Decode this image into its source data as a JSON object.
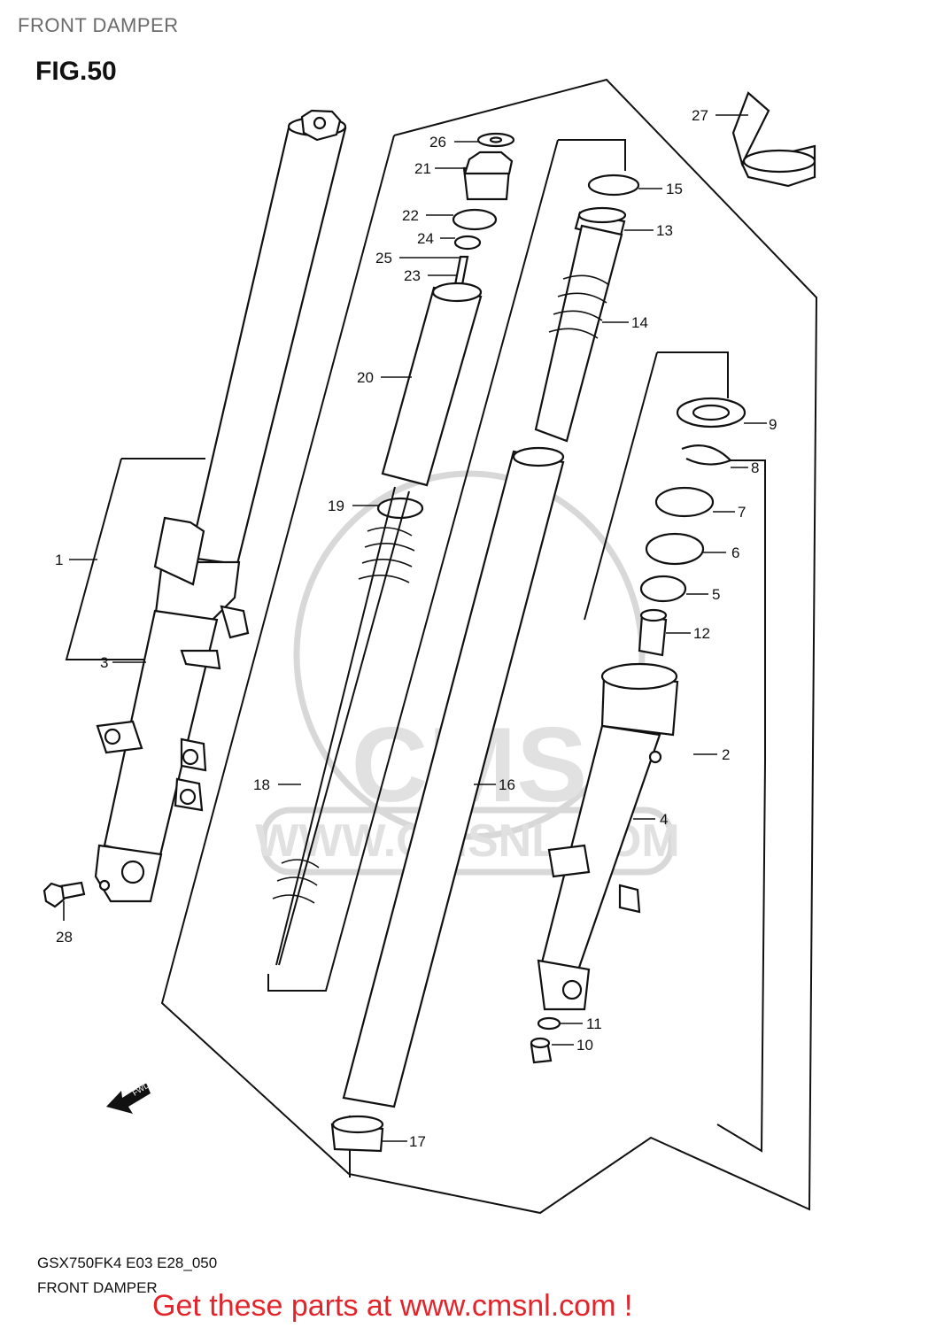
{
  "header": {
    "title": "FRONT DAMPER",
    "figure": "FIG.50"
  },
  "footer": {
    "model_code": "GSX750FK4 E03 E28_050",
    "title": "FRONT DAMPER",
    "cta": "Get these parts at www.cmsnl.com !"
  },
  "watermark": {
    "brand": "CMS",
    "url": "WWW.CMSNL.COM"
  },
  "forward_arrow": {
    "label": "FWD"
  },
  "callouts": {
    "c1": "1",
    "c2": "2",
    "c3": "3",
    "c4": "4",
    "c5": "5",
    "c6": "6",
    "c7": "7",
    "c8": "8",
    "c9": "9",
    "c10": "10",
    "c11": "11",
    "c12": "12",
    "c13": "13",
    "c14": "14",
    "c15": "15",
    "c16": "16",
    "c17": "17",
    "c18": "18",
    "c19": "19",
    "c20": "20",
    "c21": "21",
    "c22": "22",
    "c23": "23",
    "c24": "24",
    "c25": "25",
    "c26": "26",
    "c27": "27",
    "c28": "28"
  },
  "colors": {
    "cta": "#e3242b",
    "header_text": "#6b6b6b",
    "watermark": "#d8d8d8"
  }
}
